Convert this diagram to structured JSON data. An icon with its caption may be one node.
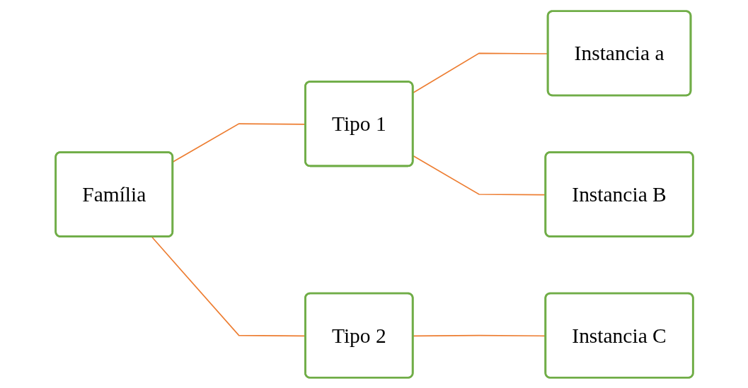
{
  "diagram": {
    "nodes": [
      {
        "text": [
          "Família"
        ]
      },
      {
        "text": [
          "Tipo 1"
        ]
      },
      {
        "text": [
          "Tipo 2"
        ]
      },
      {
        "text": [
          "Instancia a"
        ]
      },
      {
        "text": [
          "Instancia B"
        ]
      },
      {
        "text": [
          "Instancia C"
        ]
      }
    ],
    "edges": [
      {
        "from": 0,
        "to": 1,
        "arrow": "none"
      },
      {
        "from": 0,
        "to": 2,
        "arrow": "none"
      },
      {
        "from": 1,
        "to": 3,
        "arrow": "none"
      },
      {
        "from": 1,
        "to": 4,
        "arrow": "none"
      },
      {
        "from": 2,
        "to": 5,
        "arrow": "none"
      }
    ]
  }
}
